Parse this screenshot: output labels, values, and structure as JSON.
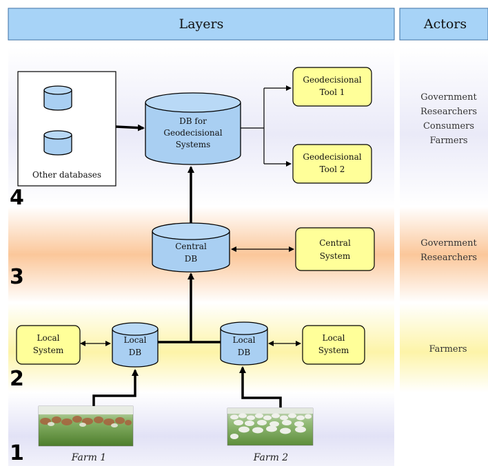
{
  "headers": {
    "layers": "Layers",
    "actors": "Actors"
  },
  "layer_numbers": {
    "l1": "1",
    "l2": "2",
    "l3": "3",
    "l4": "4"
  },
  "other_db_group": {
    "label": "Other databases"
  },
  "geo_db": {
    "line1": "DB for",
    "line2": "Geodecisional",
    "line3": "Systems"
  },
  "tool1": {
    "line1": "Geodecisional",
    "line2": "Tool 1"
  },
  "tool2": {
    "line1": "Geodecisional",
    "line2": "Tool 2"
  },
  "central_db": {
    "line1": "Central",
    "line2": "DB"
  },
  "central_system": {
    "line1": "Central",
    "line2": "System"
  },
  "local_db_1": {
    "line1": "Local",
    "line2": "DB"
  },
  "local_db_2": {
    "line1": "Local",
    "line2": "DB"
  },
  "local_system_1": {
    "line1": "Local",
    "line2": "System"
  },
  "local_system_2": {
    "line1": "Local",
    "line2": "System"
  },
  "farms": {
    "farm1": "Farm 1",
    "farm2": "Farm 2"
  },
  "actors": {
    "layer4": [
      "Government",
      "Researchers",
      "Consumers",
      "Farmers"
    ],
    "layer3": [
      "Government",
      "Researchers"
    ],
    "layer2": [
      "Farmers"
    ]
  },
  "colors": {
    "header_fill": "#a7d3f7",
    "database": "#a9cff2",
    "system_box": "#ffff99",
    "band_layer4": "#e6e6fa",
    "band_layer3": "#fbc79a",
    "band_layer2": "#fdf6b0",
    "band_layer1": "#e4e4f8"
  }
}
